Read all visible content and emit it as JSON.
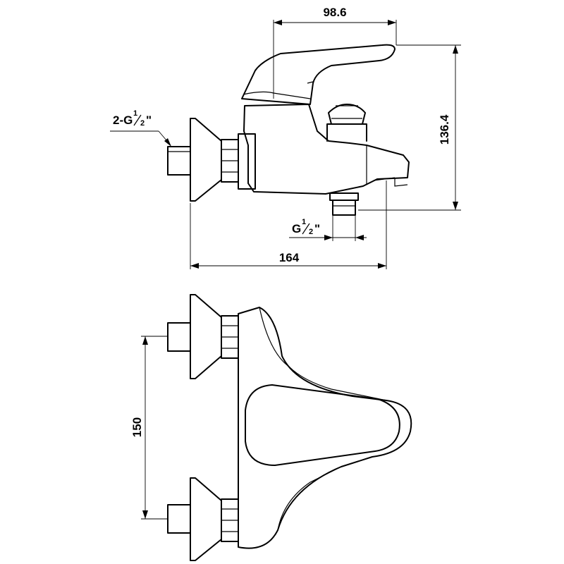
{
  "dimensions": {
    "lever_reach": "98.6",
    "overall_height": "136.4",
    "overall_length": "164",
    "inlet_spacing": "150"
  },
  "connections": {
    "inlet_prefix": "2-G",
    "outlet_prefix": "G",
    "thread_numerator": "1",
    "thread_denominator": "2",
    "inch_mark": "\""
  }
}
